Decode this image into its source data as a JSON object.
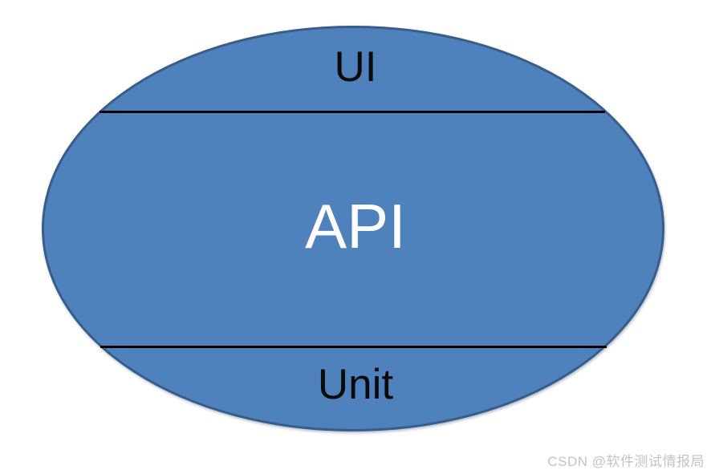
{
  "diagram": {
    "type": "ellipse-layered-diagram",
    "sections": [
      {
        "position": "top",
        "label": "UI",
        "text_color": "#0a0a0a"
      },
      {
        "position": "middle",
        "label": "API",
        "text_color": "#ffffff"
      },
      {
        "position": "bottom",
        "label": "Unit",
        "text_color": "#0a0a0a"
      }
    ],
    "divider_count": 2
  },
  "watermark": {
    "text": "CSDN @软件测试情报局"
  },
  "colors": {
    "background": "#ffffff",
    "ellipse_fill": "#4f81bd",
    "ellipse_border": "#385d8a",
    "divider_line": "#000000",
    "label_dark": "#0a0a0a",
    "label_light": "#ffffff",
    "watermark": "#c3c3c3"
  }
}
